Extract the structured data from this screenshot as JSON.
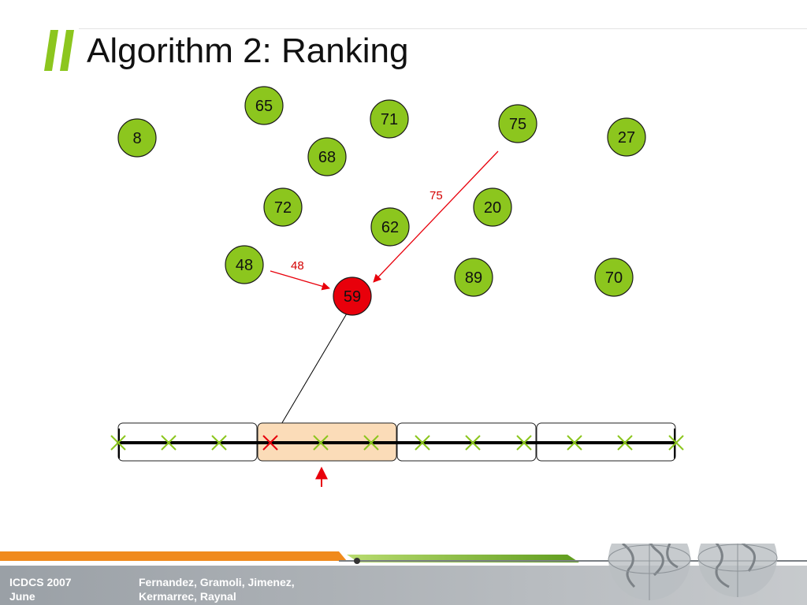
{
  "slide": {
    "title": "Algorithm 2: Ranking"
  },
  "diagram": {
    "nodes": [
      {
        "label": "65",
        "color": "#8cc61e"
      },
      {
        "label": "71",
        "color": "#8cc61e"
      },
      {
        "label": "75",
        "color": "#8cc61e"
      },
      {
        "label": "8",
        "color": "#8cc61e"
      },
      {
        "label": "68",
        "color": "#8cc61e"
      },
      {
        "label": "27",
        "color": "#8cc61e"
      },
      {
        "label": "72",
        "color": "#8cc61e"
      },
      {
        "label": "20",
        "color": "#8cc61e"
      },
      {
        "label": "62",
        "color": "#8cc61e"
      },
      {
        "label": "48",
        "color": "#8cc61e"
      },
      {
        "label": "89",
        "color": "#8cc61e"
      },
      {
        "label": "70",
        "color": "#8cc61e"
      },
      {
        "label": "59",
        "color": "#e8000b"
      }
    ],
    "edges": [
      {
        "from": "75",
        "to": "59",
        "label": "75"
      },
      {
        "from": "48",
        "to": "59",
        "label": "48"
      }
    ],
    "ranking_line": {
      "segments": 4,
      "highlighted_segment": 2,
      "highlight_color": "#fbdcb8",
      "marker_color": "#8cc61e",
      "selected_marker_color": "#e8000b"
    }
  },
  "footer": {
    "conference": "ICDCS 2007\nJune",
    "authors": "Fernandez, Gramoli, Jimenez,\nKermarrec, Raynal"
  }
}
